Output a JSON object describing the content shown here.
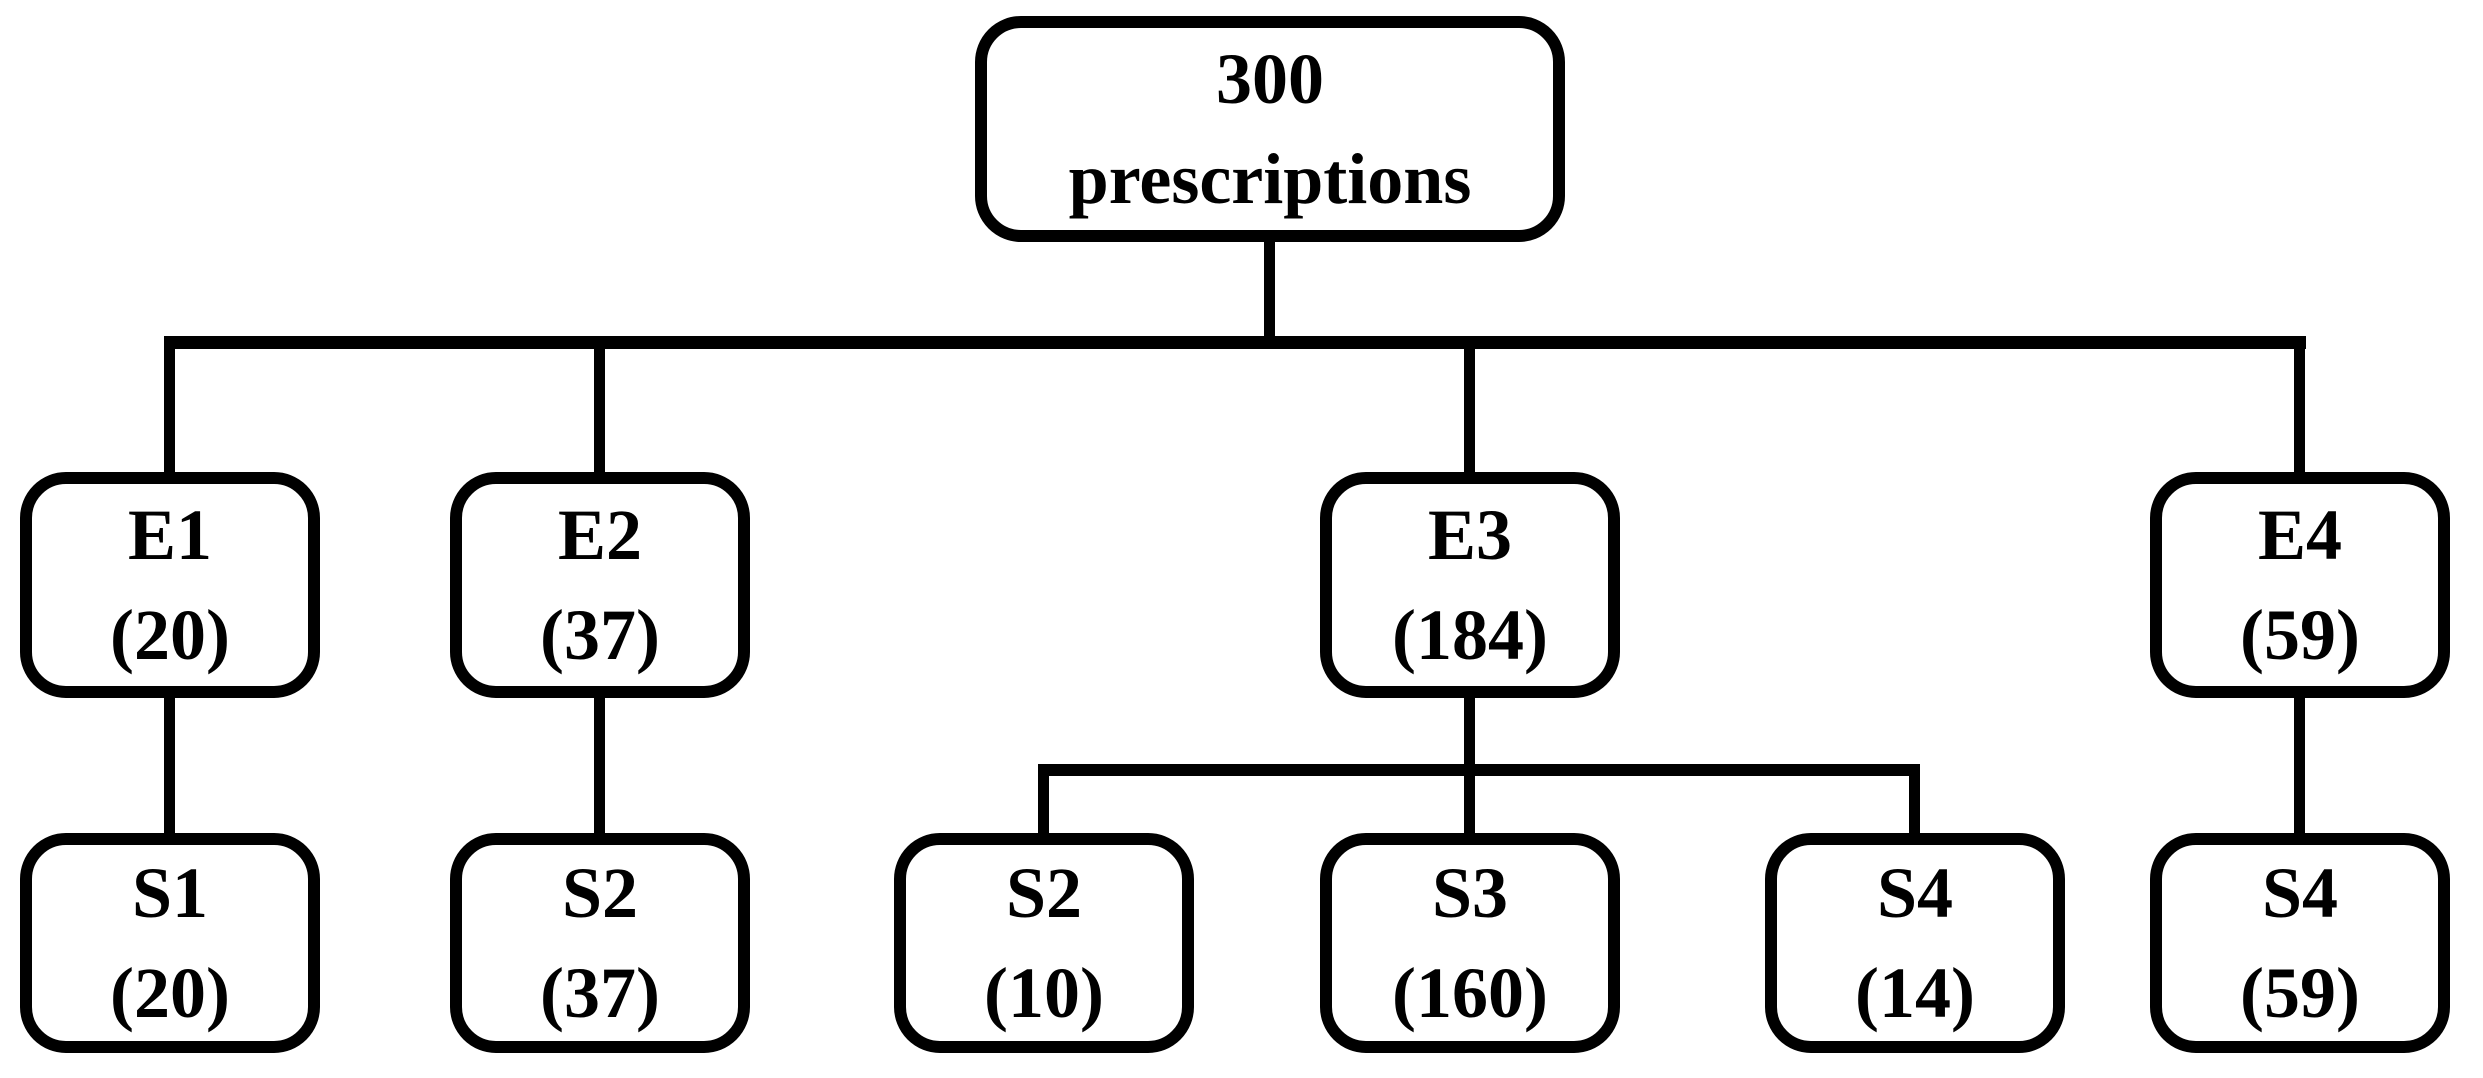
{
  "diagram": {
    "type": "tree-flowchart",
    "background_color": "#ffffff",
    "line_color": "#000000",
    "root": {
      "id": "root",
      "line1": "300",
      "line2": "prescriptions"
    },
    "nodes": [
      {
        "id": "E1",
        "label": "E1",
        "count": "(20)",
        "parent": "root"
      },
      {
        "id": "E2",
        "label": "E2",
        "count": "(37)",
        "parent": "root"
      },
      {
        "id": "E3",
        "label": "E3",
        "count": "(184)",
        "parent": "root"
      },
      {
        "id": "E4",
        "label": "E4",
        "count": "(59)",
        "parent": "root"
      },
      {
        "id": "S1",
        "label": "S1",
        "count": "(20)",
        "parent": "E1"
      },
      {
        "id": "S2",
        "label": "S2",
        "count": "(37)",
        "parent": "E2"
      },
      {
        "id": "S2b",
        "label": "S2",
        "count": "(10)",
        "parent": "E3"
      },
      {
        "id": "S3",
        "label": "S3",
        "count": "(160)",
        "parent": "E3"
      },
      {
        "id": "S4a",
        "label": "S4",
        "count": "(14)",
        "parent": "E3"
      },
      {
        "id": "S4b",
        "label": "S4",
        "count": "(59)",
        "parent": "E4"
      }
    ]
  }
}
